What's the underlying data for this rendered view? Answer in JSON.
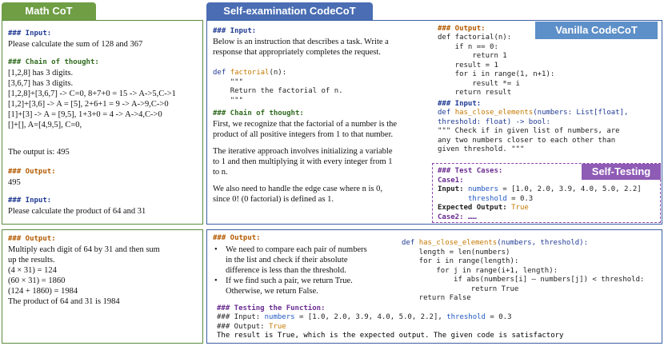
{
  "tabs": {
    "math": "Math CoT",
    "self_exam": "Self-examination CodeCoT",
    "vanilla": "Vanilla CodeCoT",
    "self_testing": "Self-Testing"
  },
  "math_top": {
    "input_hdr": "### Input:",
    "input_text": "Please calculate the sum of 128 and 367",
    "cot_hdr": "### Chain of thought:",
    "cot_lines": [
      "[1,2,8] has 3 digits.",
      "[3,6,7] has 3 digits.",
      "[1,2,8]+[3,6,7] -> C=0, 8+7+0 = 15 -> A->5,C->1",
      "[1,2]+[3,6] -> A = [5], 2+6+1 = 9 -> A->9,C->0",
      "[1]+[3] -> A = [9,5], 1+3+0 = 4 -> A->4,C->0",
      "[]+[], A=[4,9,5], C=0,"
    ],
    "output_line": "The output is: 495",
    "output_hdr": "### Output:",
    "output_val": "495",
    "input2_hdr": "### Input:",
    "input2_text": "Please calculate the product of 64 and 31"
  },
  "math_bottom": {
    "output_hdr": "### Output:",
    "lines": [
      "Multiply each digit of 64 by 31 and then sum",
      "up the results.",
      "(4 × 31) = 124",
      "(60 × 31) = 1860",
      "(124 + 1860) = 1984",
      "The product of 64 and 31 is 1984"
    ]
  },
  "self_top": {
    "input_hdr": "### Input:",
    "input_lines": [
      "Below is an instruction that describes a task. Write a",
      "response that appropriately completes the request."
    ],
    "code_def": "def",
    "code_fn": "factorial",
    "code_args": "(n):",
    "doc_open": "\"\"\"",
    "doc_text": "Return the factorial of n.",
    "doc_close": "\"\"\"",
    "cot_hdr": "### Chain of thought:",
    "cot_p1": [
      "First, we recognize that the factorial of a number is the",
      "product of all positive integers from 1 to that number."
    ],
    "cot_p2": [
      "The iterative approach involves initializing a variable",
      "to 1 and then multiplying it with every integer from 1",
      "to n."
    ],
    "cot_p3": [
      "We also need to handle the edge case where n is 0,",
      "since 0! (0 factorial) is defined as 1."
    ]
  },
  "vanilla": {
    "output_hdr": "### Output:",
    "code_lines": [
      "def factorial(n):",
      "    if n == 0:",
      "    return 1",
      "    result = 1",
      "    for i in range(1, n+1):",
      "    result *= i",
      "    return result"
    ],
    "input_hdr": "### Input:",
    "def_kw": "def",
    "fn": "has_close_elements",
    "sig1": "(numbers: List[float],",
    "sig2": "threshold: float) -> bool:",
    "doc_lines": [
      "\"\"\" Check if in given list of numbers, are",
      "any two numbers closer to each other than",
      "given threshold. \"\"\""
    ]
  },
  "testing": {
    "hdr": "### Test Cases:",
    "case1": "Case1:",
    "input_label": "Input:",
    "numbers_kw": "numbers",
    "numbers_val": " = [1.0, 2.0, 3.9, 4.0, 5.0, 2.2]",
    "threshold_kw": "threshold",
    "threshold_val": " = 0.3",
    "expected_label": "Expected Output:",
    "expected_val": "True",
    "case2": "Case2: ……"
  },
  "self_bottom": {
    "output_hdr": "### Output:",
    "bullets": [
      [
        "We need to compare each pair of numbers",
        "in the list and check if their absolute",
        "difference is less than the threshold."
      ],
      [
        "If we find such a pair, we return True.",
        "Otherwise, we return False."
      ]
    ],
    "code_def": "def",
    "code_fn": "has_close_elements",
    "code_sig": "(numbers, threshold):",
    "code_lines": [
      "    length = len(numbers)",
      "    for i in range(length):",
      "        for j in range(i+1, length):",
      "            if abs(numbers[i] – numbers[j]) < threshold:",
      "                return True",
      "    return False"
    ],
    "testing_hdr": "### Testing the Function:",
    "test_input_prefix": "### Input: ",
    "test_numbers_kw": "numbers",
    "test_numbers_val": " = [1.0, 2.0, 3.9, 4.0, 5.0, 2.2], ",
    "test_threshold_kw": "threshold",
    "test_threshold_val": " = 0.3",
    "test_output_prefix": "### Output: ",
    "test_output_val": "True",
    "result_line": "The result is True, which is the expected output. The given code is satisfactory"
  },
  "colors": {
    "green_tab": "#6f9e45",
    "blue_tab": "#4a6db3",
    "vanilla_badge": "#5d8fc8",
    "self_testing_badge": "#8e5bb5"
  }
}
